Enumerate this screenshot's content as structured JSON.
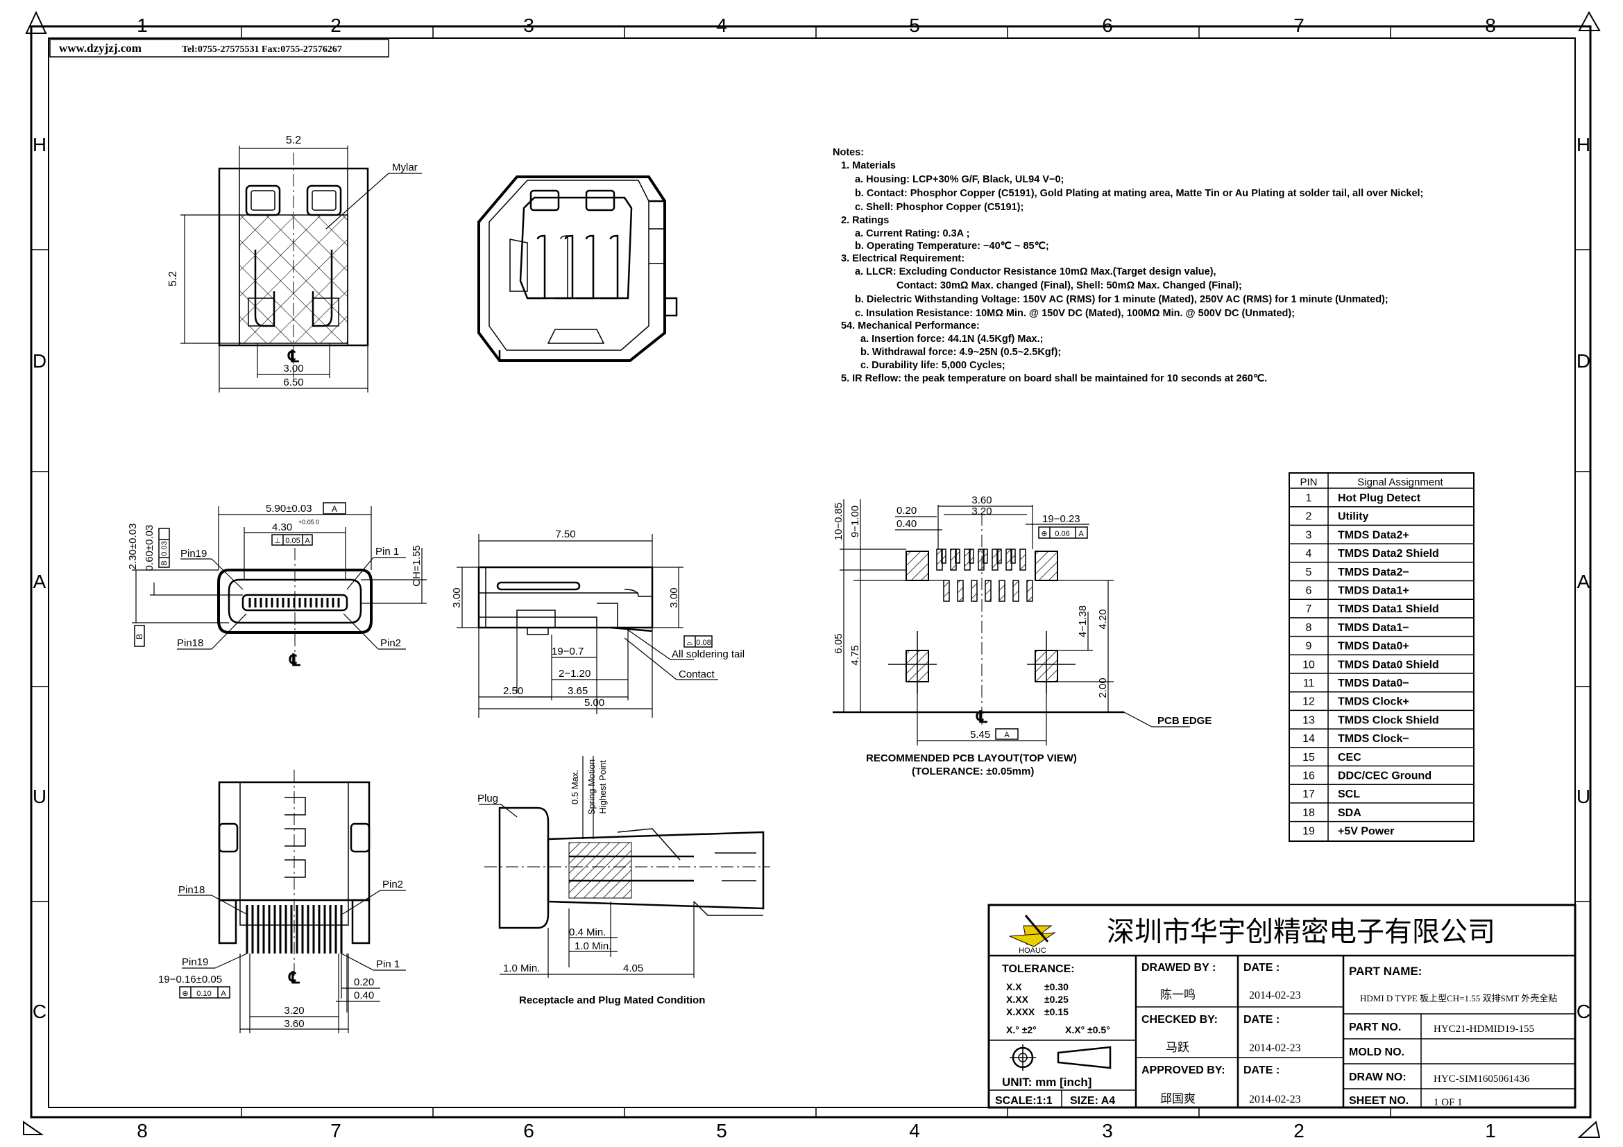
{
  "header": {
    "website": "www.dzyjzj.com",
    "contact": "Tel:0755-27575531 Fax:0755-27576267"
  },
  "border": {
    "top_numbers": [
      "1",
      "2",
      "3",
      "4",
      "5",
      "6",
      "7",
      "8"
    ],
    "bottom_numbers": [
      "8",
      "7",
      "6",
      "5",
      "4",
      "3",
      "2",
      "1"
    ],
    "left_letters": [
      "H",
      "D",
      "A",
      "U",
      "C"
    ],
    "right_letters": [
      "H",
      "D",
      "A",
      "U",
      "C"
    ]
  },
  "views": {
    "front_top": {
      "dim_width_top": "5.2",
      "dim_height": "5.2",
      "dim_300": "3.00",
      "dim_650": "6.50",
      "mylar_label": "Mylar"
    },
    "front_mid": {
      "dim_590": "5.90±0.03",
      "dim_430": "4.30",
      "dim_430_tol": "+0.05 0",
      "tol_005": "0.05",
      "ref_a": "A",
      "dim_230": "2.30±0.03",
      "dim_060": "0.60±0.03",
      "tol_003": "0.03",
      "ref_b": "B",
      "dim_ch": "CH=1.55",
      "pin19": "Pin19",
      "pin1": "Pin 1",
      "pin18": "Pin18",
      "pin2": "Pin2"
    },
    "side_mid": {
      "dim_750": "7.50",
      "dim_300l": "3.00",
      "dim_300r": "3.00",
      "tol_008": "0.08",
      "all_soldering_tail": "All soldering tail",
      "contact": "Contact",
      "dim_19_07": "19−0.7",
      "dim_2_120": "2−1.20",
      "dim_250": "2.50",
      "dim_365": "3.65",
      "dim_500": "5.00"
    },
    "bottom_view": {
      "pin18": "Pin18",
      "pin2": "Pin2",
      "pin19": "Pin19",
      "pin1": "Pin 1",
      "dim_19_016": "19−0.16±0.05",
      "tol_010": "0.10",
      "ref_a": "A",
      "dim_020": "0.20",
      "dim_040": "0.40",
      "dim_320": "3.20",
      "dim_360": "3.60"
    },
    "mated": {
      "plug": "Plug",
      "max05": "0.5 Max.",
      "spring": "Spring Motion",
      "highest": "Highest Point",
      "min04": "0.4 Min.",
      "min10a": "1.0 Min.",
      "min10b": "1.0 Min.",
      "dim_405": "4.05",
      "caption": "Receptacle and Plug Mated Condition"
    },
    "pcb": {
      "dim_360": "3.60",
      "dim_320": "3.20",
      "dim_020": "0.20",
      "dim_040": "0.40",
      "dim_19_023": "19−0.23",
      "tol_006": "0.06",
      "ref_a": "A",
      "dim_10_085": "10−0.85",
      "dim_9_100": "9−1.00",
      "dim_605": "6.05",
      "dim_475": "4.75",
      "dim_420": "4.20",
      "dim_4_138": "4−1.38",
      "dim_200": "2.00",
      "dim_545": "5.45",
      "pcb_edge": "PCB EDGE",
      "caption1": "RECOMMENDED PCB LAYOUT(TOP VIEW)",
      "caption2": "(TOLERANCE: ±0.05mm)"
    }
  },
  "notes": [
    "Notes:",
    "1. Materials",
    "a. Housing: LCP+30% G/F, Black, UL94 V−0;",
    "b. Contact: Phosphor Copper (C5191), Gold Plating at mating area, Matte Tin or Au Plating at solder tail, all over Nickel;",
    "c. Shell: Phosphor Copper (C5191);",
    "2. Ratings",
    "a. Current Rating: 0.3A ;",
    "b. Operating Temperature: −40℃ ~ 85℃;",
    "3. Electrical Requirement:",
    "a. LLCR: Excluding Conductor Resistance 10mΩ Max.(Target design value),",
    "Contact: 30mΩ Max. changed (Final), Shell: 50mΩ Max. Changed (Final);",
    "b. Dielectric Withstanding Voltage: 150V AC (RMS) for 1 minute (Mated), 250V AC (RMS) for 1 minute (Unmated);",
    "c. Insulation Resistance: 10MΩ Min. @ 150V DC (Mated), 100MΩ Min. @ 500V DC (Unmated);",
    "54. Mechanical Performance:",
    "a. Insertion force: 44.1N (4.5Kgf) Max.;",
    "b. Withdrawal force: 4.9~25N (0.5~2.5Kgf);",
    "c. Durability life: 5,000 Cycles;",
    "5. IR Reflow: the peak temperature on board shall be maintained for 10 seconds at 260℃."
  ],
  "pin_table": {
    "headers": [
      "PIN",
      "Signal Assignment"
    ],
    "rows": [
      [
        "1",
        "Hot Plug Detect"
      ],
      [
        "2",
        "Utility"
      ],
      [
        "3",
        "TMDS Data2+"
      ],
      [
        "4",
        "TMDS Data2 Shield"
      ],
      [
        "5",
        "TMDS Data2−"
      ],
      [
        "6",
        "TMDS Data1+"
      ],
      [
        "7",
        "TMDS Data1 Shield"
      ],
      [
        "8",
        "TMDS Data1−"
      ],
      [
        "9",
        "TMDS Data0+"
      ],
      [
        "10",
        "TMDS Data0 Shield"
      ],
      [
        "11",
        "TMDS Data0−"
      ],
      [
        "12",
        "TMDS Clock+"
      ],
      [
        "13",
        "TMDS Clock Shield"
      ],
      [
        "14",
        "TMDS Clock−"
      ],
      [
        "15",
        "CEC"
      ],
      [
        "16",
        "DDC/CEC Ground"
      ],
      [
        "17",
        "SCL"
      ],
      [
        "18",
        "SDA"
      ],
      [
        "19",
        "+5V Power"
      ]
    ]
  },
  "title_block": {
    "company": "深圳市华宇创精密电子有限公司",
    "logo_text": "HOAUC",
    "tolerance_label": "TOLERANCE:",
    "tol_x": "X.X",
    "tol_x_v": "±0.30",
    "tol_xx": "X.XX",
    "tol_xx_v": "±0.25",
    "tol_xxx": "X.XXX",
    "tol_xxx_v": "±0.15",
    "tol_ang1": "X.° ±2°",
    "tol_ang2": "X.X° ±0.5°",
    "unit": "UNIT:  mm  [inch]",
    "scale": "SCALE:1:1",
    "size": "SIZE: A4",
    "drawn_by_label": "DRAWED BY :",
    "drawn_by": "陈一鸣",
    "checked_by_label": "CHECKED BY:",
    "checked_by": "马跃",
    "approved_by_label": "APPROVED BY:",
    "approved_by": "邱国爽",
    "date_label": "DATE :",
    "date1": "2014-02-23",
    "date2": "2014-02-23",
    "date3": "2014-02-23",
    "part_name_label": "PART NAME:",
    "part_name": "HDMI D TYPE 板上型CH=1.55 双排SMT 外壳全贴",
    "part_no_label": "PART NO.",
    "part_no": "HYC21-HDMID19-155",
    "mold_no_label": "MOLD NO.",
    "mold_no": "",
    "draw_no_label": "DRAW NO:",
    "draw_no": "HYC-SIM1605061436",
    "sheet_no_label": "SHEET NO.",
    "sheet_no": "1 OF 1"
  }
}
